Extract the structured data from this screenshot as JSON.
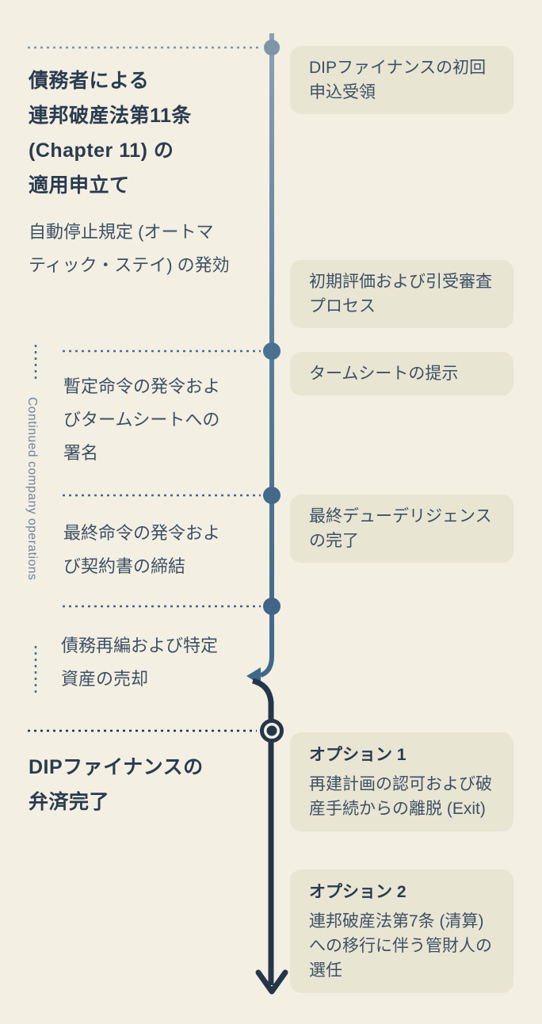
{
  "diagram_title_implicit": "DIP financing / Chapter 11 timeline",
  "colors": {
    "background": "#f3efe2",
    "card_background": "#e9e5d3",
    "dark_navy": "#25364a",
    "steel_blue": "#48708f",
    "light_slate": "#7e95a9",
    "heading_text": "#2a3b50",
    "body_text": "#3d5065",
    "side_label_text": "#6a86a2"
  },
  "left": {
    "main_heading": "債務者による\n連邦破産法第11条\n(Chapter 11) の\n適用申立て",
    "main_subtext": "自動停止規定 (オートマ\nティック・ステイ) の発効",
    "step_interim_order": "暫定命令の発令およ\nびタームシートへの\n署名",
    "step_final_order": "最終命令の発令およ\nび契約書の締結",
    "step_restructuring": "債務再編および特定\n資産の売却",
    "end_heading": "DIPファイナンスの\n弁済完了",
    "side_label": "Continued company operations"
  },
  "right": {
    "box_initial_application": "DIPファイナンスの初回\n申込受領",
    "box_underwriting": "初期評価および引受審査\nプロセス",
    "box_term_sheet": "タームシートの提示",
    "box_due_diligence": "最終デューデリジェンス\nの完了",
    "option1": {
      "title": "オプション 1",
      "body": "再建計画の認可および破\n産手続からの離脱 (Exit)"
    },
    "option2": {
      "title": "オプション 2",
      "body": "連邦破産法第7条 (清算)\nへの移行に伴う管財人の\n選任"
    }
  }
}
